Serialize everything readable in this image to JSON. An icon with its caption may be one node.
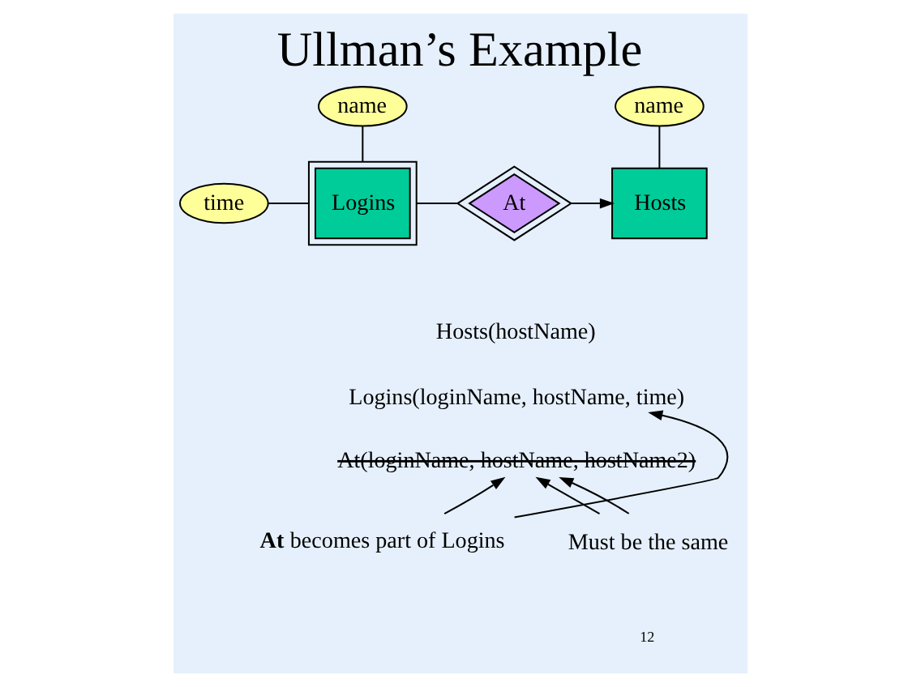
{
  "diagram": {
    "title": "Ullman’s Example",
    "nodes": [
      {
        "text": [
          "name"
        ]
      },
      {
        "text": [
          "time"
        ]
      },
      {
        "text": [
          "Logins"
        ]
      },
      {
        "text": [
          "At"
        ]
      },
      {
        "text": [
          "name"
        ]
      },
      {
        "text": [
          "Hosts"
        ]
      },
      {
        "text": [
          "Hosts(hostName)"
        ]
      },
      {
        "text": [
          "Logins(loginName, hostName, time)"
        ]
      },
      {
        "text": [
          "At(loginName, hostName, hostName2)"
        ]
      },
      {
        "text": [
          "**At** becomes part of Logins"
        ]
      },
      {
        "text": [
          "Must be the same"
        ]
      }
    ],
    "edges": [
      {
        "from": 0,
        "to": 2,
        "arrow": "none"
      },
      {
        "from": 1,
        "to": 2,
        "arrow": "none"
      },
      {
        "from": 2,
        "to": 3,
        "arrow": "none"
      },
      {
        "from": 3,
        "to": 5,
        "arrow": "to"
      },
      {
        "from": 4,
        "to": 5,
        "arrow": "none"
      },
      {
        "from": 9,
        "to": 8,
        "arrow": "to"
      },
      {
        "from": 9,
        "to": 7,
        "arrow": "to"
      },
      {
        "from": 10,
        "to": 8,
        "arrow": "to"
      },
      {
        "from": 10,
        "to": 8,
        "arrow": "to"
      }
    ],
    "labels": [
      "12"
    ]
  }
}
